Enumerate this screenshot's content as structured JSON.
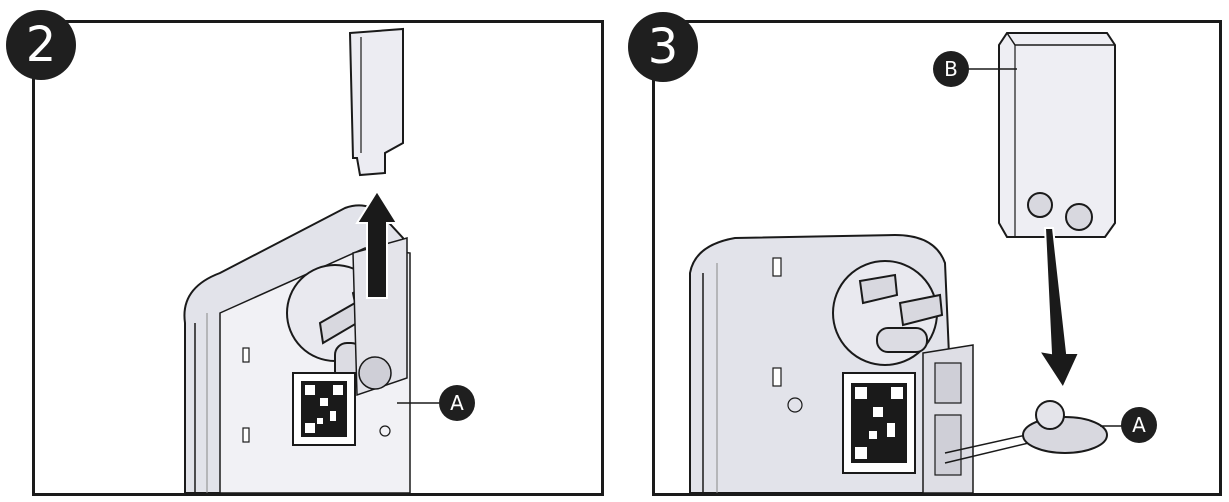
{
  "steps": [
    {
      "number": "2",
      "callouts": [
        "A"
      ]
    },
    {
      "number": "3",
      "callouts": [
        "B",
        "A"
      ]
    }
  ],
  "colors": {
    "outline": "#1a1a1a",
    "fill_body": "#e2e3ea",
    "fill_light": "#f1f1f5",
    "badge": "#1f1f1f"
  }
}
